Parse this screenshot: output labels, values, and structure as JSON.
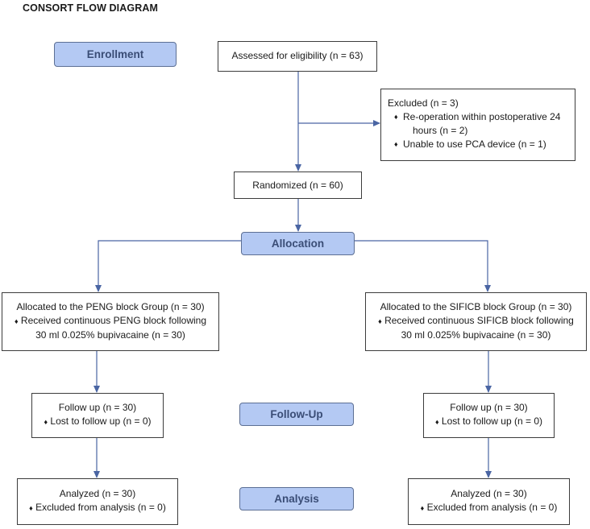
{
  "title": "CONSORT FLOW DIAGRAM",
  "bullet_glyph": "♦",
  "stages": {
    "enrollment": "Enrollment",
    "allocation": "Allocation",
    "followup": "Follow-Up",
    "analysis": "Analysis"
  },
  "enrollment": {
    "assessed": "Assessed for eligibility (n = 63)",
    "excluded": {
      "header": "Excluded (n = 3)",
      "items": [
        {
          "line1": "Re-operation within postoperative 24",
          "line2": "hours (n = 2)"
        },
        {
          "line1": "Unable to use PCA device (n = 1)"
        }
      ]
    },
    "randomized": "Randomized (n = 60)"
  },
  "allocation": {
    "left": {
      "header": "Allocated to the PENG block Group (n = 30)",
      "bullet_line1": "Received continuous PENG block following",
      "bullet_line2": "30 ml 0.025% bupivacaine (n = 30)"
    },
    "right": {
      "header": "Allocated to the SIFICB block Group (n = 30)",
      "bullet_line1": "Received continuous SIFICB block following",
      "bullet_line2": "30 ml 0.025% bupivacaine (n = 30)"
    }
  },
  "followup": {
    "left": {
      "line1": "Follow up (n = 30)",
      "line2": "Lost to follow up (n = 0)"
    },
    "right": {
      "line1": "Follow up (n = 30)",
      "line2": "Lost to follow up (n = 0)"
    }
  },
  "analysis": {
    "left": {
      "line1": "Analyzed (n = 30)",
      "line2": "Excluded from analysis (n = 0)"
    },
    "right": {
      "line1": "Analyzed (n = 30)",
      "line2": "Excluded from analysis (n = 0)"
    }
  },
  "colors": {
    "stage_fill": "#b4c9f3",
    "stage_text": "#3a4d76",
    "arrow": "#4a65a3",
    "box_border": "#3c3c3c"
  }
}
